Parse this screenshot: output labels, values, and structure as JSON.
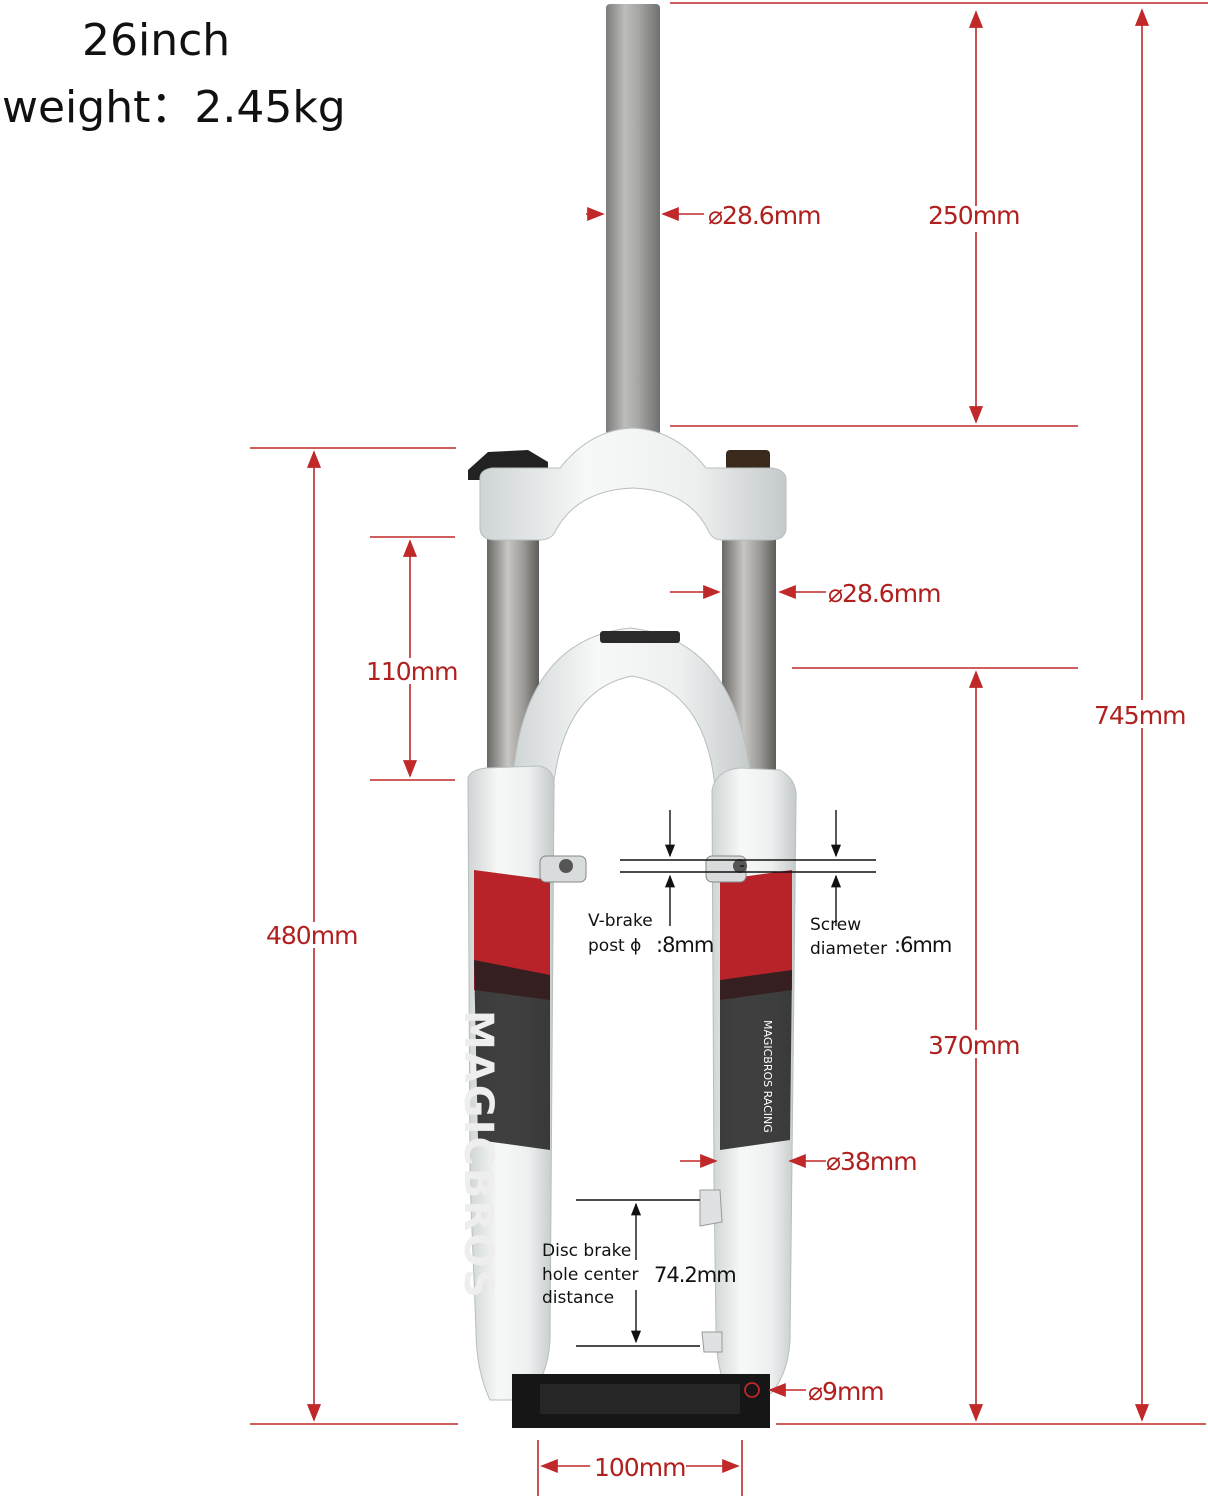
{
  "header": {
    "size": "26inch",
    "weight": "weight：2.45kg"
  },
  "dimensions": {
    "steerer_diameter": "⌀28.6mm",
    "steerer_length": "250mm",
    "stanchion_diameter": "⌀28.6mm",
    "travel": "110mm",
    "total_length": "745mm",
    "axle_to_crown": "480mm",
    "lower_length": "370mm",
    "lower_diameter": "⌀38mm",
    "axle_diameter": "⌀9mm",
    "hub_width": "100mm"
  },
  "notes": {
    "vbrake": {
      "line1": "V-brake",
      "line2": "post ϕ ",
      "value": ":8mm"
    },
    "screw": {
      "line1": "Screw",
      "line2": "diameter",
      "value": ":6mm"
    },
    "disc": {
      "line1": "Disc brake",
      "line2": "hole center",
      "line3": "distance",
      "value": "74.2mm"
    }
  },
  "colors": {
    "dimension": "#b0201e",
    "fork_body": "#f1f3f3",
    "decal_red": "#c0282a",
    "stanchion": "#9a9a98"
  },
  "product": {
    "brand_decal": "MAGICBROS",
    "small_decal": "MAGICBROS RACING"
  }
}
